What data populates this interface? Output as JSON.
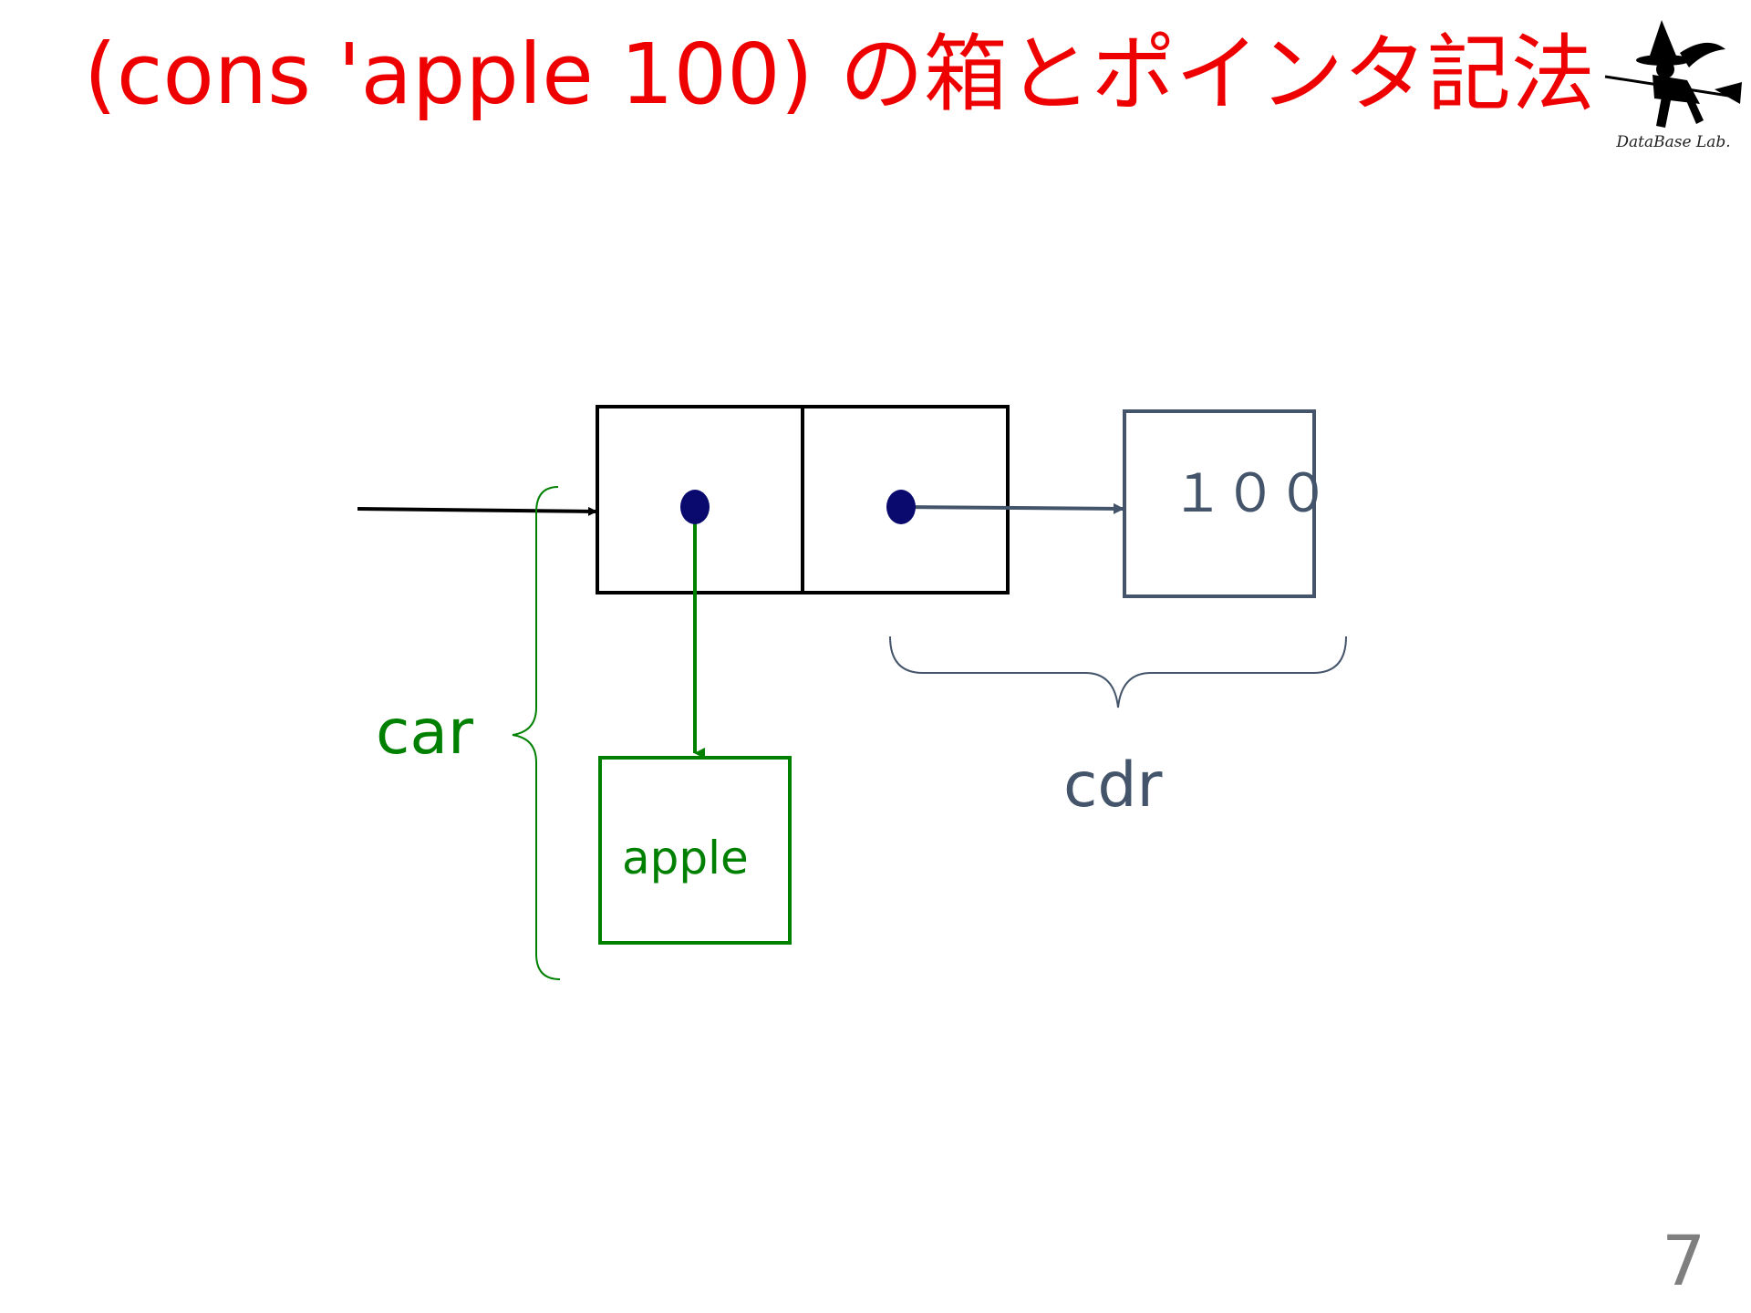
{
  "slide": {
    "title": "(cons 'apple 100) の箱とポインタ記法",
    "page_number": "7",
    "logo_text": "DataBase Lab."
  },
  "diagram": {
    "car_label": "car",
    "cdr_label": "cdr",
    "car_value": "apple",
    "cdr_value": "１００"
  },
  "colors": {
    "title": "#ee0000",
    "car": "#008000",
    "cdr": "#44546a",
    "cell_border": "#000000",
    "pointer_dot": "#0a0a6e"
  },
  "icons": {
    "logo": "witch-on-broom-icon"
  }
}
